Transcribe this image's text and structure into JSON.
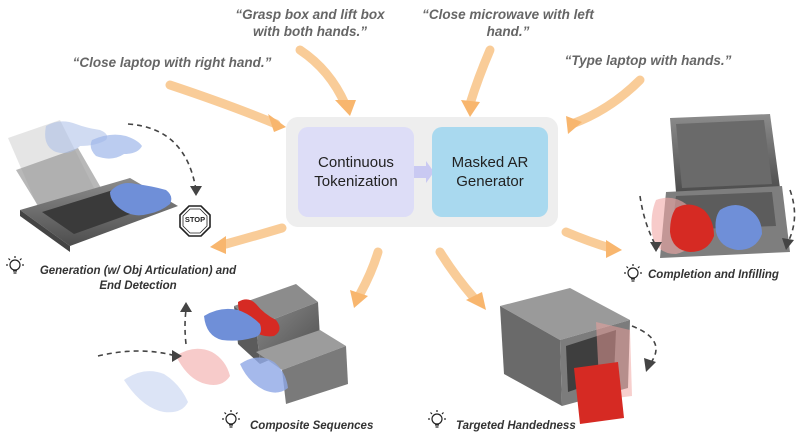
{
  "prompts": [
    {
      "lines": [
        "“Grasp box and lift box",
        "with both hands.”"
      ]
    },
    {
      "lines": [
        "“Close microwave with left",
        "hand.”"
      ]
    },
    {
      "lines": [
        "“Close laptop with right hand.”"
      ]
    },
    {
      "lines": [
        "“Type laptop with hands.”"
      ]
    }
  ],
  "core": {
    "tokenizer_lines": [
      "Continuous",
      "Tokenization"
    ],
    "generator_lines": [
      "Masked AR",
      "Generator"
    ]
  },
  "captions": {
    "generation_lines": [
      "Generation (w/ Obj Articulation) and",
      "End Detection"
    ],
    "completion": "Completion and Infilling",
    "composite": "Composite Sequences",
    "handedness": "Targeted Handedness"
  },
  "stop_sign": "STOP",
  "colors": {
    "arrow": "#f9c98a",
    "prompt_text": "#666666",
    "tokenizer_box": "#ddddf7",
    "generator_box": "#a9d9ef",
    "panel": "#eeeeee",
    "right_hand": "#6f8fd8",
    "left_hand": "#d62a23",
    "object": "#7b7b7b"
  }
}
